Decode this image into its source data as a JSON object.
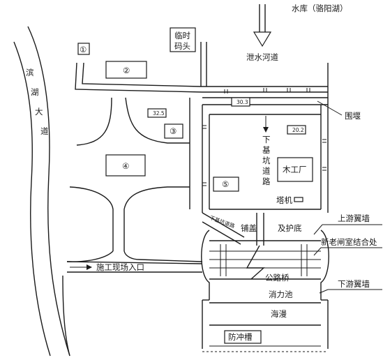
{
  "reservoir": "水库（骆阳湖）",
  "spillway_channel": "泄水河道",
  "temp_dock": [
    "临时",
    "码头"
  ],
  "binhu_avenue": [
    "滨",
    "湖",
    "大",
    "道"
  ],
  "cofferdam": "围堰",
  "pit_access_road": [
    "下",
    "基",
    "坑",
    "道",
    "路"
  ],
  "carpentry_shop": "木工厂",
  "tower_crane": "塔机",
  "lower_pit_road": "下基坑道路",
  "paving_left": "铺盖",
  "paving_right": "及护底",
  "upstream_wingwall": "上游翼墙",
  "old_gate_junction": "新老闸室结合处",
  "site_entrance": "施工现场入口",
  "highway_bridge": "公路桥",
  "stilling_basin": "消力池",
  "apron": "海漫",
  "scour_trench": "防冲槽",
  "downstream_wingwall": "下游翼墙",
  "elevations": {
    "e1": "30.3",
    "e2": "32.5",
    "e3": "20.2"
  },
  "zones": {
    "z1": "①",
    "z2": "②",
    "z3": "③",
    "z4": "④",
    "z5": "⑤"
  }
}
